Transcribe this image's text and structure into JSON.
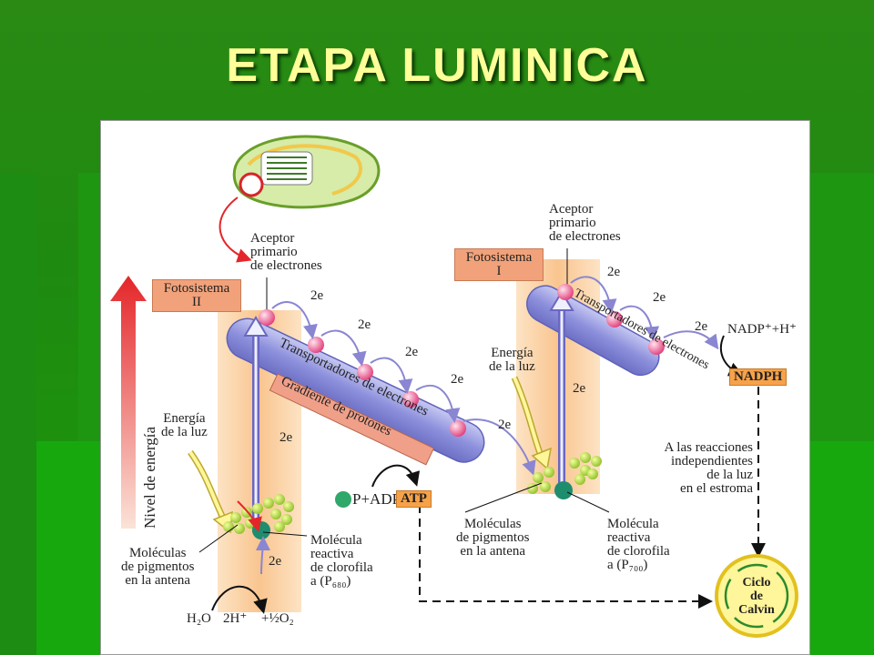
{
  "title": "ETAPA LUMINICA",
  "diagram": {
    "energy_axis": "Nivel de energía",
    "photosystem_ii": [
      "Fotosistema",
      "II"
    ],
    "photosystem_i": [
      "Fotosistema",
      "I"
    ],
    "acceptor_ii": [
      "Aceptor",
      "primario",
      "de electrones"
    ],
    "acceptor_i": [
      "Aceptor",
      "primario",
      "de electrones"
    ],
    "light_ii": [
      "Energía",
      "de la luz"
    ],
    "light_i": [
      "Energía",
      "de la luz"
    ],
    "electron": "2e",
    "transport_ii": "Transportadores de electrones",
    "transport_i": "Transportadores de electrones",
    "proton_gradient": "Gradiente de protones",
    "pigments_ii": [
      "Moléculas",
      "de pigmentos",
      "en la antena"
    ],
    "pigments_i": [
      "Moléculas",
      "de pigmentos",
      "en la antena"
    ],
    "reactive_ii": [
      "Molécula",
      "reactiva",
      "de clorofila",
      "a (P₆₈₀)"
    ],
    "reactive_i": [
      "Molécula",
      "reactiva",
      "de clorofila",
      "a (P₇₀₀)"
    ],
    "water": "H₂O",
    "protons": "2H⁺",
    "oxygen": "+½O₂",
    "p_adp": "P+ADP",
    "atp": "ATP",
    "nadp": "NADP⁺+H⁺",
    "nadph": "NADPH",
    "to_reactions": [
      "A las reacciones",
      "independientes",
      "de la luz",
      "en el estroma"
    ],
    "calvin": [
      "Ciclo",
      "de",
      "Calvin"
    ]
  }
}
